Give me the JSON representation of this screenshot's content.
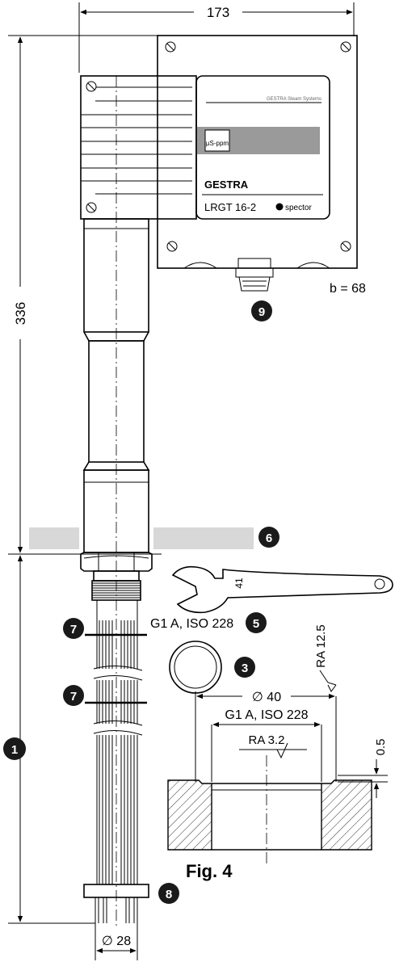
{
  "dimensions": {
    "width": "173",
    "height": "336",
    "box_depth": "b = 68",
    "pipe_diameter": "∅ 28",
    "seat_diameter": "∅ 40",
    "seat_thread": "G1 A, ISO 228",
    "roughness_inner": "RA 3.2",
    "roughness_outer": "RA 12.5",
    "recess": "0.5"
  },
  "device": {
    "brand_line": "GESTRA Steam Systems",
    "display_unit": "µS-ppm",
    "brand": "GESTRA",
    "model": "LRGT 16-2",
    "logo_text": "spector"
  },
  "annotations": {
    "thread_label": "G1 A, ISO 228",
    "wrench_size": "41",
    "figure_caption": "Fig. 4"
  },
  "callouts": [
    "1",
    "3",
    "5",
    "6",
    "7",
    "7",
    "8",
    "9"
  ],
  "colors": {
    "badge": "#1a1a1a",
    "display_band": "#9a9a9a",
    "insulation": "#d8d8d8"
  }
}
